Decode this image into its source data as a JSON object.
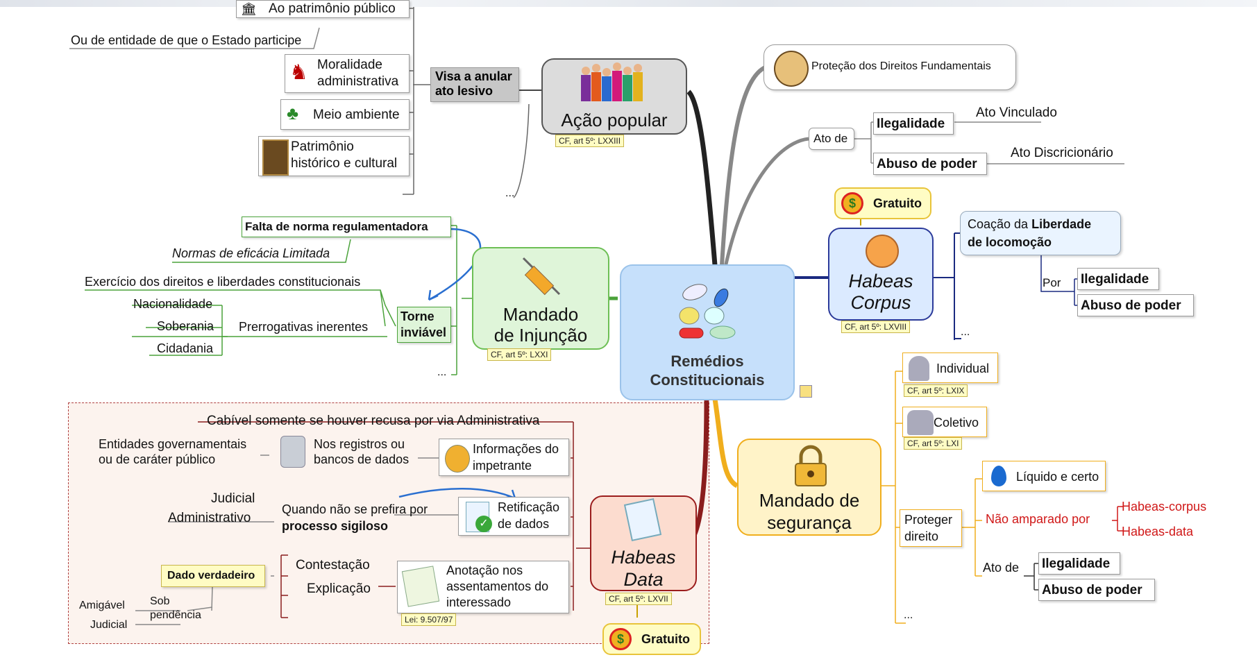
{
  "center": {
    "line1": "Remédios",
    "line2": "Constitucionais"
  },
  "acao_popular": {
    "title": "Ação popular",
    "ref": "CF, art 5º: LXXIII",
    "visa": "Visa a anular ato lesivo",
    "items": [
      "Ao patrimônio público",
      "Ou de entidade de que o Estado participe",
      "Moralidade administrativa",
      "Meio ambiente",
      "Patrimônio histórico e cultural"
    ],
    "more": "..."
  },
  "protecao": "Proteção dos Direitos Fundamentais",
  "ato_de": {
    "label": "Ato de",
    "ilegalidade": "Ilegalidade",
    "abuso": "Abuso de poder",
    "vinculado": "Ato Vinculado",
    "discricionario": "Ato Discricionário"
  },
  "habeas_corpus": {
    "title_line1": "Habeas",
    "title_line2": "Corpus",
    "ref": "CF, art 5º: LXVIII",
    "gratuito": "Gratuito",
    "coacao_prefix": "Coação da",
    "coacao_bold1": "Liberdade",
    "coacao_bold2": "de locomoção",
    "por": "Por",
    "ilegalidade": "Ilegalidade",
    "abuso": "Abuso de poder",
    "more": "..."
  },
  "mandado_injuncao": {
    "title_line1": "Mandado",
    "title_line2": "de Injunção",
    "ref": "CF, art 5º: LXXI",
    "falta": "Falta de norma regulamentadora",
    "normas": "Normas de eficácia Limitada",
    "torne": "Torne inviável",
    "exercicio": "Exercício dos direitos e liberdades constitucionais",
    "prerrogativas": "Prerrogativas inerentes",
    "items": [
      "Nacionalidade",
      "Soberania",
      "Cidadania"
    ],
    "more": "..."
  },
  "mandado_seguranca": {
    "title_line1": "Mandado de",
    "title_line2": "segurança",
    "individual": "Individual",
    "individual_ref": "CF, art 5º: LXIX",
    "coletivo": "Coletivo",
    "coletivo_ref": "CF, art 5º: LXI",
    "proteger": "Proteger direito",
    "liquido": "Líquido e certo",
    "nao_amparado": "Não amparado por",
    "habeas_corpus": "Habeas-corpus",
    "habeas_data": "Habeas-data",
    "ato_de": "Ato de",
    "ilegalidade": "Ilegalidade",
    "abuso": "Abuso de poder",
    "more": "..."
  },
  "habeas_data": {
    "title_line1": "Habeas",
    "title_line2": "Data",
    "ref": "CF, art 5º: LXVII",
    "gratuito": "Gratuito",
    "cabivel": "Cabível somente se houver recusa por via Administrativa",
    "entidades": "Entidades governamentais ou de caráter público",
    "nos_registros": "Nos registros ou bancos de dados",
    "informacoes": "Informações do impetrante",
    "judicial": "Judicial",
    "administrativo": "Administrativo",
    "quando_prefix": "Quando não se prefira por",
    "quando_bold": "processo sigiloso",
    "retificacao": "Retificação de dados",
    "dado_verdadeiro": "Dado verdadeiro",
    "contestacao": "Contestação",
    "explicacao": "Explicação",
    "anotacao": "Anotação nos assentamentos do interessado",
    "lei": "Lei: 9.507/97",
    "amigavel": "Amigável",
    "judicial2": "Judicial",
    "sob_pendencia": "Sob pendência"
  },
  "colors": {
    "center": "#c6e0fb",
    "acao": "#dcdcdc",
    "injuncao": "#dff5d9",
    "corpus": "#dbeaff",
    "seguranca": "#fff3c8",
    "data": "#fcdccf",
    "red_text": "#d01818"
  }
}
